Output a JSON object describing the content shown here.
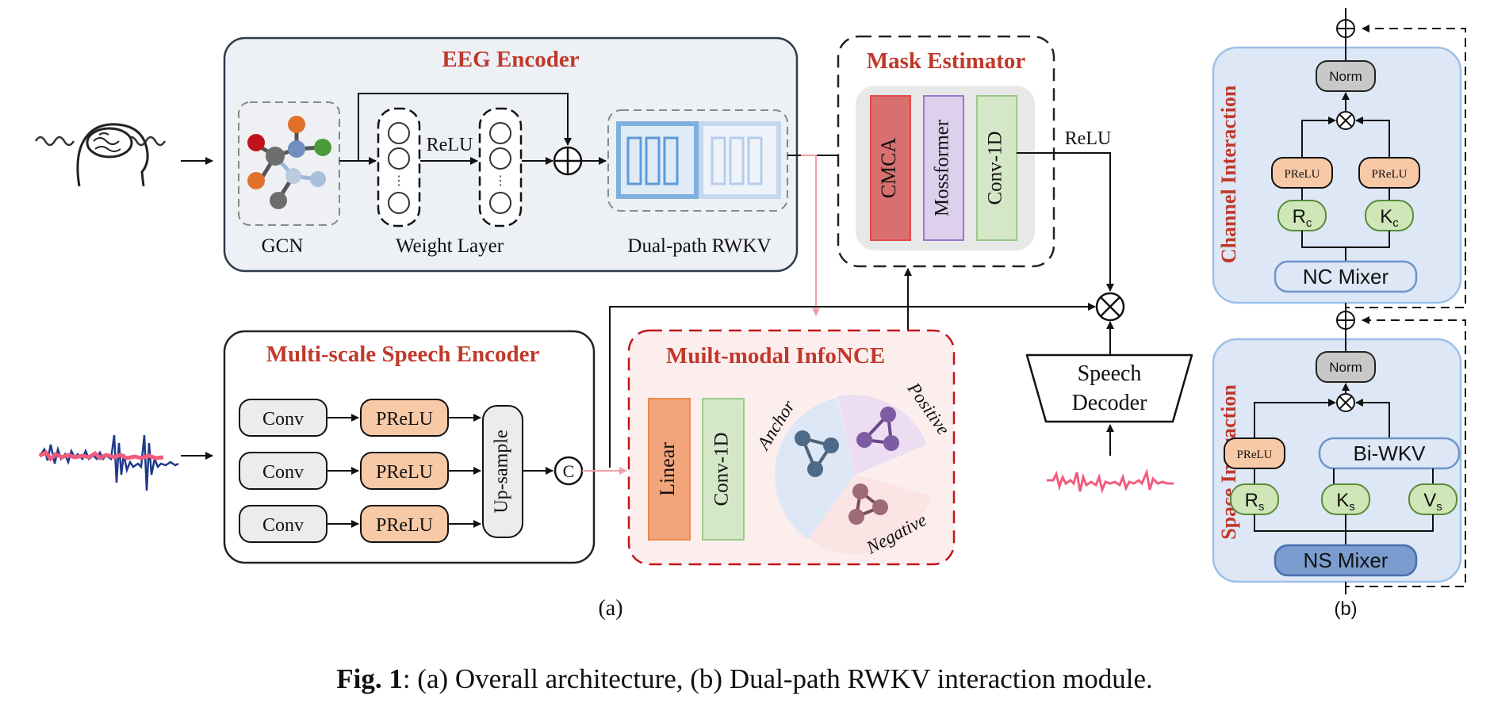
{
  "eeg_encoder": {
    "title": "EEG Encoder",
    "gcn_label": "GCN",
    "relu_label": "ReLU",
    "weight_layer_label": "Weight Layer",
    "dual_path_label": "Dual-path RWKV"
  },
  "mask_estimator": {
    "title": "Mask Estimator",
    "cmca": "CMCA",
    "mossformer": "Mossformer",
    "conv1d": "Conv-1D",
    "relu_label": "ReLU"
  },
  "speech_encoder": {
    "title": "Multi-scale Speech Encoder",
    "rows": [
      {
        "conv": "Conv",
        "act": "PReLU"
      },
      {
        "conv": "Conv",
        "act": "PReLU"
      },
      {
        "conv": "Conv",
        "act": "PReLU"
      }
    ],
    "upsample": "Up-sample",
    "concat": "C"
  },
  "infonce": {
    "title": "Muilt-modal InfoNCE",
    "linear": "Linear",
    "conv1d": "Conv-1D",
    "anchor": "Anchor",
    "positive": "Positive",
    "negative": "Negative"
  },
  "speech_decoder": {
    "line1": "Speech",
    "line2": "Decoder"
  },
  "channel_interaction": {
    "title": "Channel  Interaction",
    "norm": "Norm",
    "prelu_left": "PReLU",
    "prelu_right": "PReLU",
    "r": "R",
    "r_sub": "c",
    "k": "K",
    "k_sub": "c",
    "mixer": "NC Mixer"
  },
  "space_interaction": {
    "title": "Space  Interaction",
    "norm": "Norm",
    "prelu": "PReLU",
    "biwkv": "Bi-WKV",
    "r": "R",
    "r_sub": "s",
    "k": "K",
    "k_sub": "s",
    "v": "V",
    "v_sub": "s",
    "mixer": "NS Mixer"
  },
  "labels": {
    "a": "(a)",
    "b": "(b)"
  },
  "caption": {
    "bold": "Fig. 1",
    "text": ": (a) Overall architecture, (b) Dual-path RWKV interaction module."
  },
  "colors": {
    "title_red": "#c0392b",
    "cmca_fill": "#d9706f",
    "mossformer_fill": "#ddd0ec",
    "conv_fill": "#d4e8c8",
    "prelu_fill": "#f8c9a6",
    "linear_fill": "#f2a57a",
    "green_node": "#cfe6b8",
    "norm_fill": "#c8c8c8",
    "panel_blue": "#dde7f5",
    "ns_mixer_fill": "#7a9ccf"
  }
}
